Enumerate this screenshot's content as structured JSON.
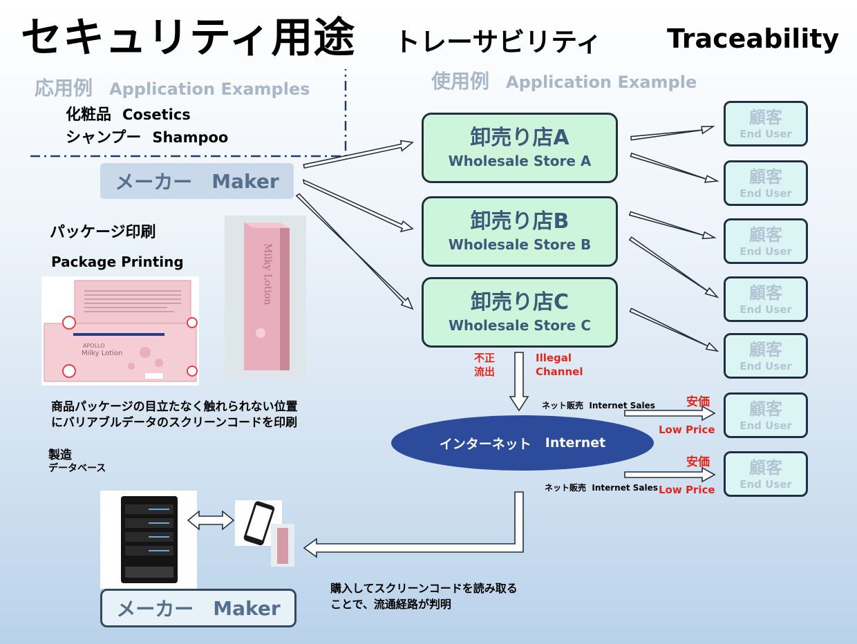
{
  "title": {
    "main": "セキュリティ用途",
    "sub": "トレーサビリティ",
    "en": "Traceability"
  },
  "application_examples": {
    "heading_jp": "応用例",
    "heading_en": "Application Examples",
    "items": [
      {
        "jp": "化粧品",
        "en": "Cosetics"
      },
      {
        "jp": "シャンプー",
        "en": "Shampoo"
      }
    ]
  },
  "usage_example": {
    "heading_jp": "使用例",
    "heading_en": "Application Example"
  },
  "maker_top": {
    "jp": "メーカー",
    "en": "Maker"
  },
  "maker_bottom": {
    "jp": "メーカー",
    "en": "Maker"
  },
  "package": {
    "title_jp": "パッケージ印刷",
    "title_en": "Package Printing",
    "desc_line1": "商品パッケージの目立たなく触れられない位置",
    "desc_line2": "にバリアブルデータのスクリーンコードを印刷",
    "product_brand": "APOLLO",
    "product_name": "Milky Lotion"
  },
  "database": {
    "line1": "製造",
    "line2": "データベース"
  },
  "stores": [
    {
      "jp": "卸売り店A",
      "en": "Wholesale Store A"
    },
    {
      "jp": "卸売り店B",
      "en": "Wholesale Store B"
    },
    {
      "jp": "卸売り店C",
      "en": "Wholesale Store C"
    }
  ],
  "end_user": {
    "jp": "顧客",
    "en": "End User"
  },
  "illegal": {
    "jp_line1": "不正",
    "jp_line2": "流出",
    "en_line1": "Illegal",
    "en_line2": "Channel"
  },
  "internet": {
    "jp": "インターネット",
    "en": "Internet"
  },
  "net_sales": {
    "jp": "ネット販売",
    "en": "Internet Sales"
  },
  "low_price": {
    "jp": "安価",
    "en": "Low Price"
  },
  "scan_note": {
    "line1": "購入してスクリーンコードを読み取る",
    "line2": "ことで、流通経路が判明"
  },
  "colors": {
    "store_fill": "#ccf5dc",
    "enduser_fill": "#daf5f3",
    "internet_fill": "#2d4b9b",
    "alert_red": "#e1261c",
    "faded_text": "#a8b6c6"
  }
}
